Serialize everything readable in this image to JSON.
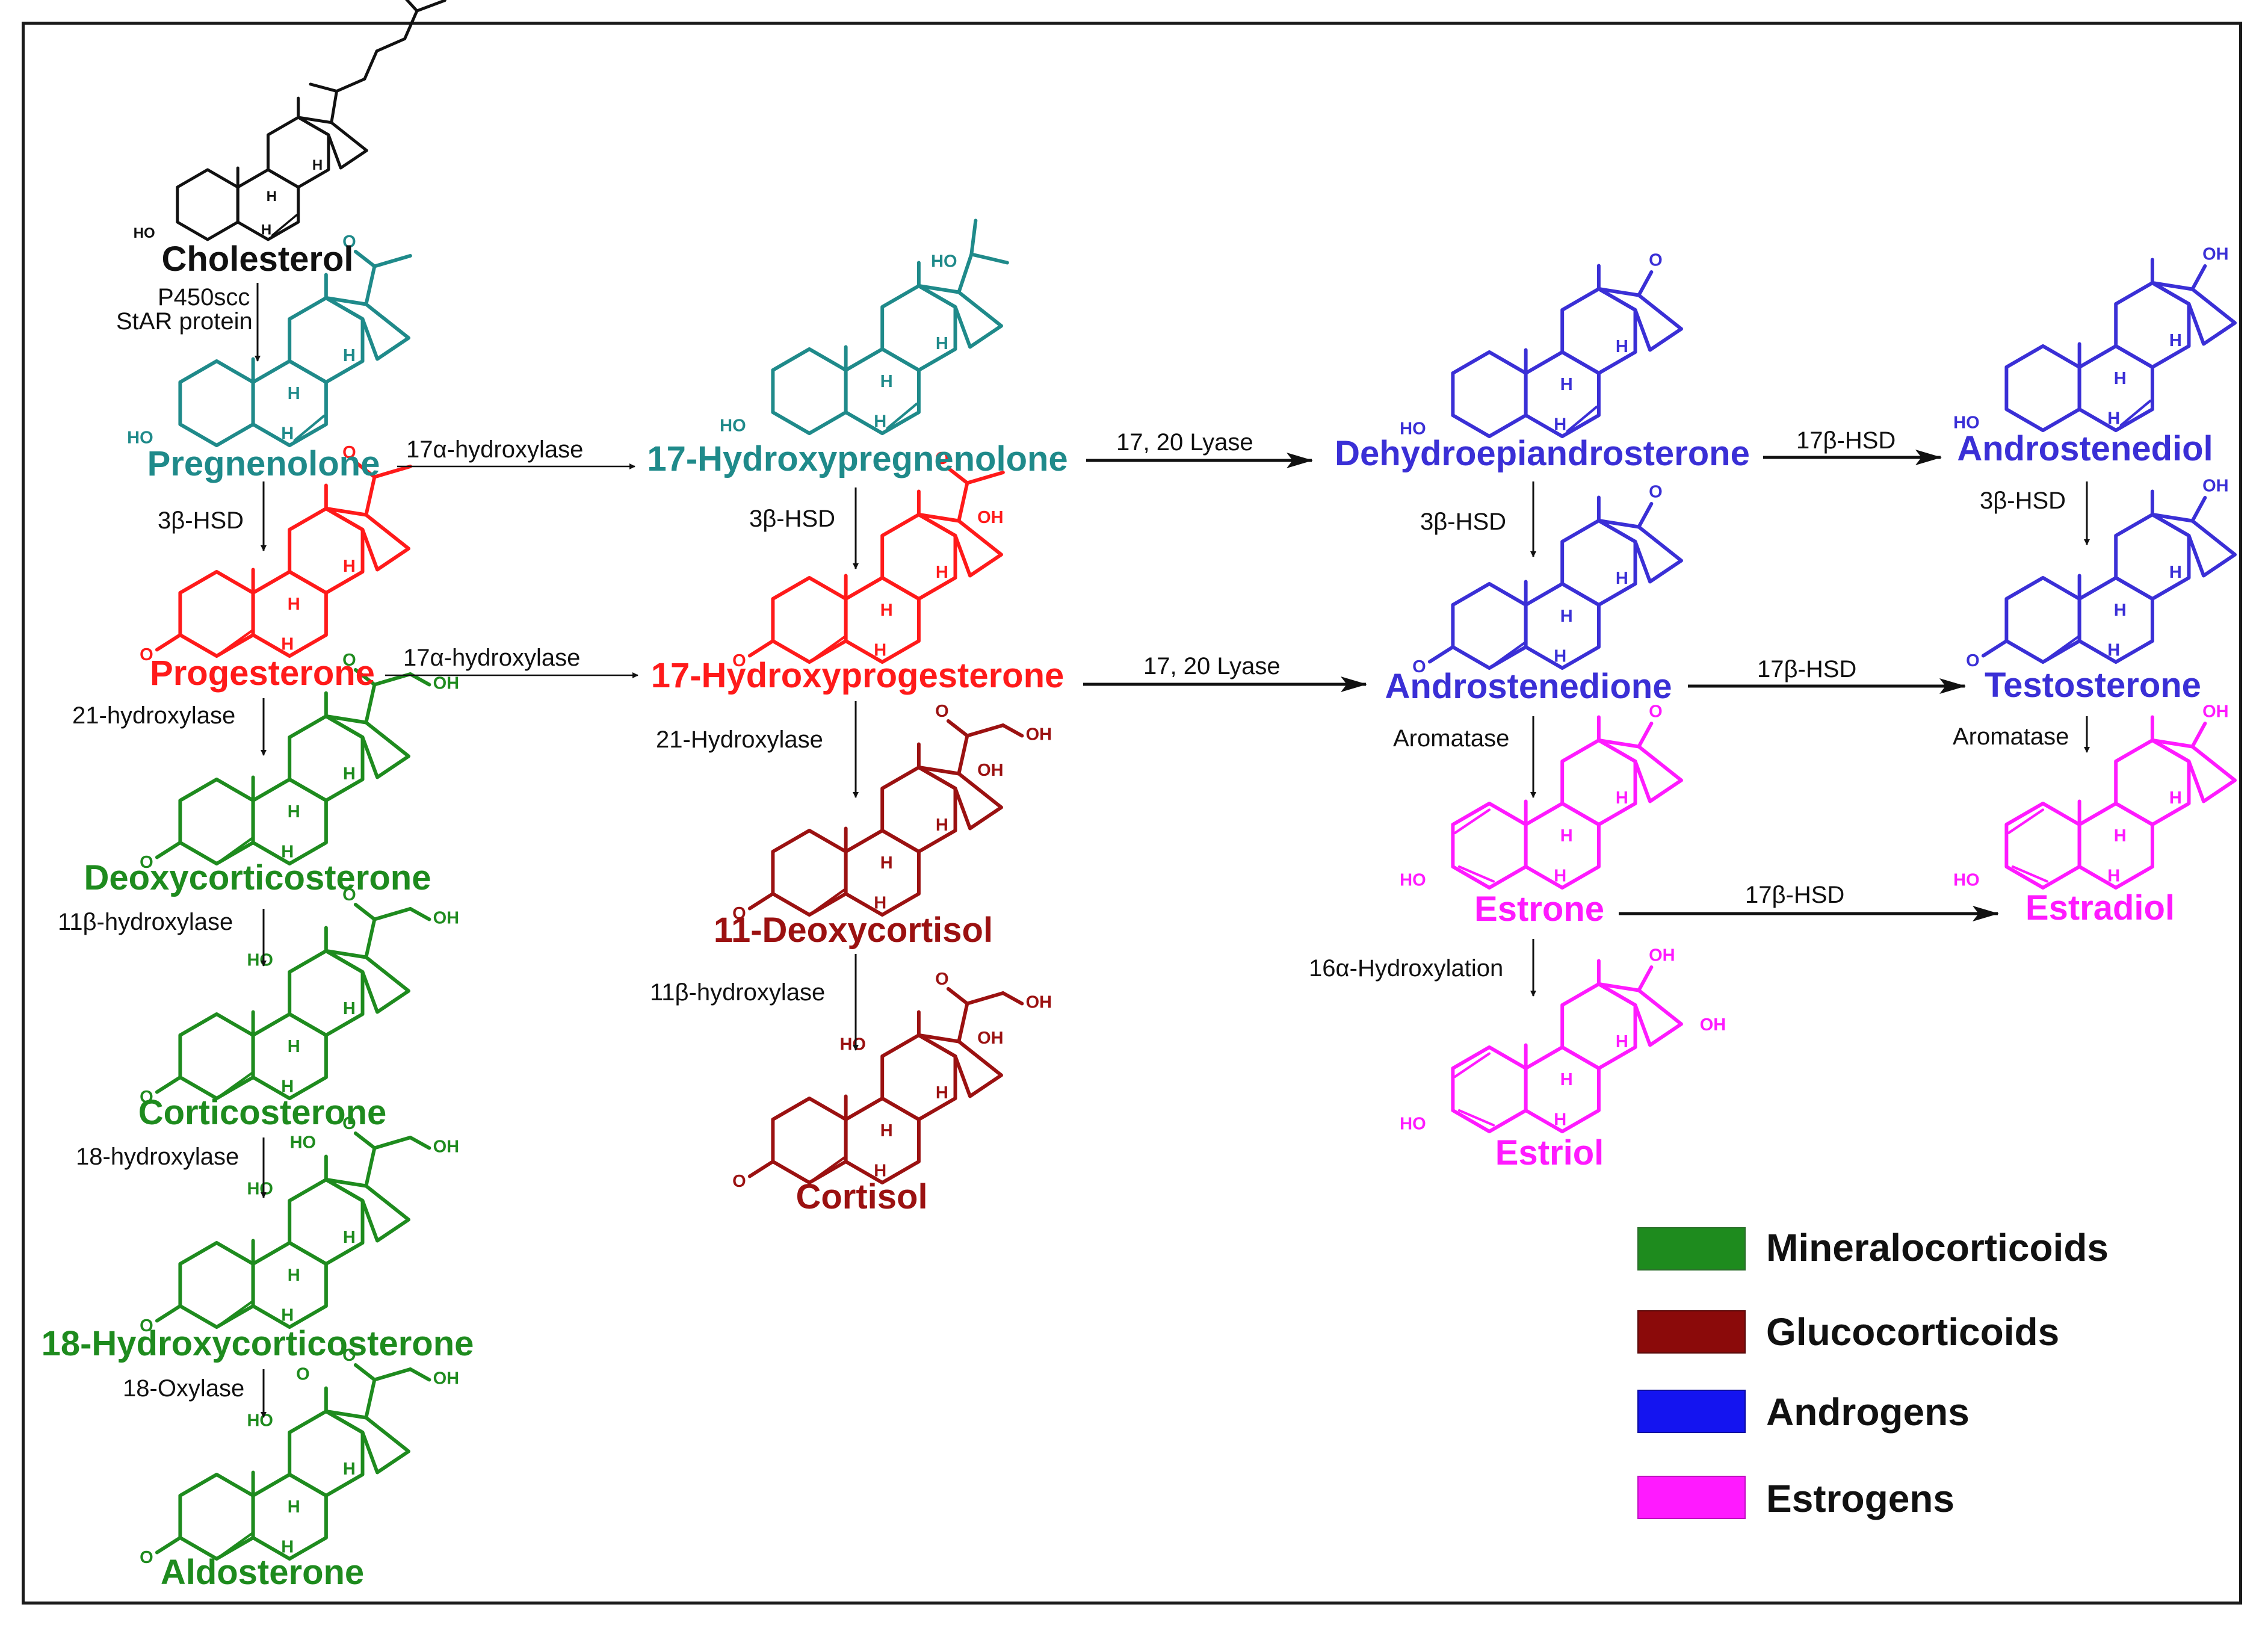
{
  "colors": {
    "black": "#111111",
    "teal": "#1f8a8a",
    "red": "#ff1a1a",
    "green": "#1e8b1e",
    "darkred": "#9b1111",
    "blue": "#3a2fd6",
    "magenta": "#ff1aff"
  },
  "compounds": {
    "cholesterol": "Cholesterol",
    "pregnenolone": "Pregnenolone",
    "progesterone": "Progesterone",
    "deoxycorticosterone": "Deoxycorticosterone",
    "corticosterone": "Corticosterone",
    "hydroxycorticosterone18": "18-Hydroxycorticosterone",
    "aldosterone": "Aldosterone",
    "hydroxypregnenolone17": "17-Hydroxypregnenolone",
    "hydroxyprogesterone17": "17-Hydroxyprogesterone",
    "deoxycortisol11": "11-Deoxycortisol",
    "cortisol": "Cortisol",
    "dhea": "Dehydroepiandrosterone",
    "androstenedione": "Androstenedione",
    "estrone": "Estrone",
    "estriol": "Estriol",
    "androstenediol": "Androstenediol",
    "testosterone": "Testosterone",
    "estradiol": "Estradiol"
  },
  "enzymes": {
    "p450scc": "P450scc",
    "star": "StAR protein",
    "hsd3b_a": "3β-HSD",
    "hsd3b_b": "3β-HSD",
    "hsd3b_c": "3β-HSD",
    "hsd3b_d": "3β-HSD",
    "hydroxylase17a_a": "17α-hydroxylase",
    "hydroxylase17a_b": "17α-hydroxylase",
    "hydroxylase21": "21-hydroxylase",
    "hydroxylase21b": "21-Hydroxylase",
    "hydroxylase11b_a": "11β-hydroxylase",
    "hydroxylase11b_b": "11β-hydroxylase",
    "hydroxylase18": "18-hydroxylase",
    "oxylase18": "18-Oxylase",
    "lyase_a": "17, 20 Lyase",
    "lyase_b": "17, 20 Lyase",
    "hsd17b_a": "17β-HSD",
    "hsd17b_b": "17β-HSD",
    "hsd17b_c": "17β-HSD",
    "aromatase_a": "Aromatase",
    "aromatase_b": "Aromatase",
    "hydroxylation16a": "16α-Hydroxylation"
  },
  "legend": [
    {
      "label": "Mineralocorticoids",
      "color": "#1e8b1e"
    },
    {
      "label": "Glucocorticoids",
      "color": "#8b0a0a"
    },
    {
      "label": "Androgens",
      "color": "#1414f0"
    },
    {
      "label": "Estrogens",
      "color": "#ff1aff"
    }
  ],
  "atoms": {
    "ho": "HO",
    "oh": "OH",
    "o": "O",
    "h": "H"
  }
}
